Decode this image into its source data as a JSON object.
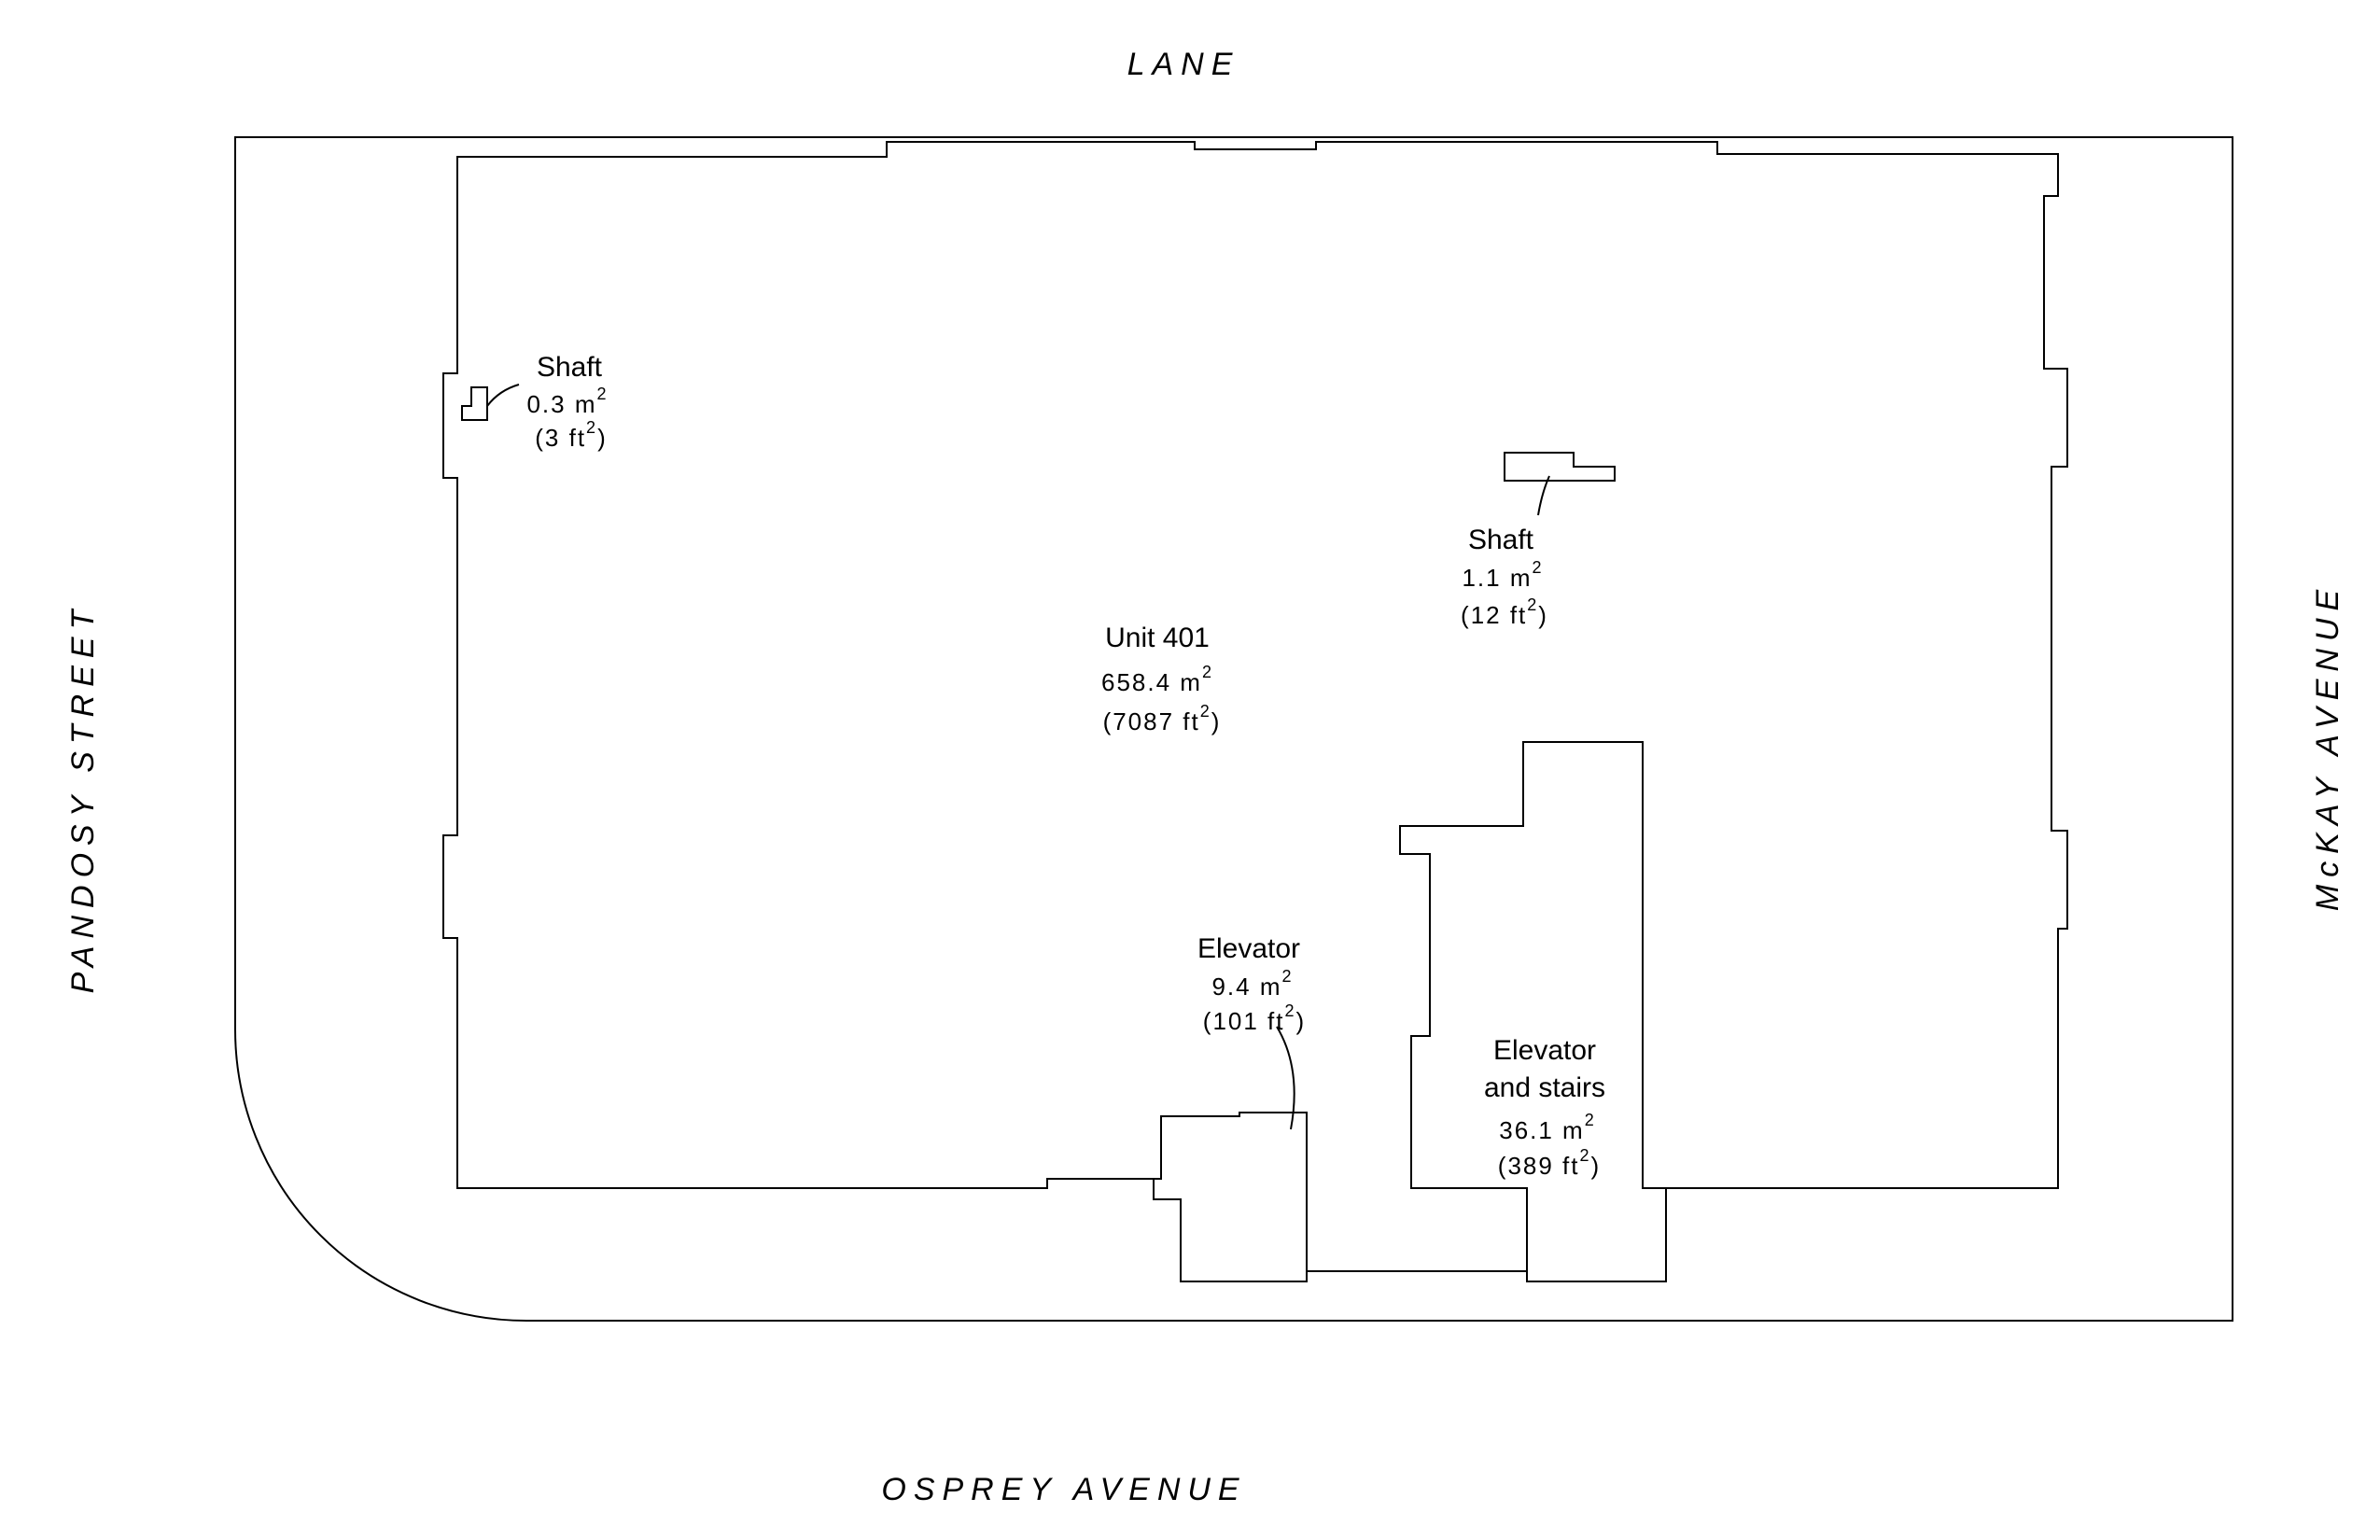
{
  "streets": {
    "north": "LANE",
    "south": "OSPREY  AVENUE",
    "west": "PANDOSY  STREET",
    "east": "McKAY  AVENUE"
  },
  "rooms": {
    "unit": {
      "name": "Unit 401",
      "area_m": "658.4  m",
      "area_ft": "(7087  ft",
      "ft_close": ")"
    },
    "shaft_west": {
      "name": "Shaft",
      "area_m": "0.3  m",
      "area_ft": "(3  ft",
      "ft_close": ")"
    },
    "shaft_east": {
      "name": "Shaft",
      "area_m": "1.1  m",
      "area_ft": "(12  ft",
      "ft_close": ")"
    },
    "elevator": {
      "name": "Elevator",
      "area_m": "9.4  m",
      "area_ft": "(101  ft",
      "ft_close": ")"
    },
    "elevator_stairs": {
      "name_line1": "Elevator",
      "name_line2": "and stairs",
      "area_m": "36.1  m",
      "area_ft": "(389  ft",
      "ft_close": ")"
    }
  },
  "superscript": "2"
}
